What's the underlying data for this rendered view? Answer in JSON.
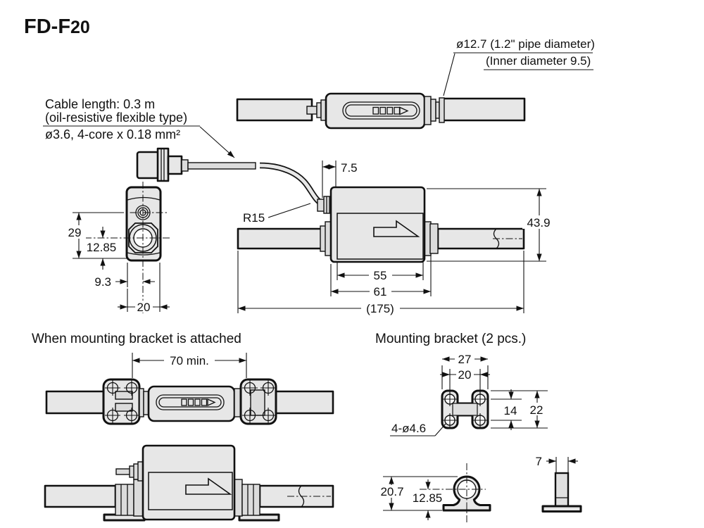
{
  "title": {
    "prefix": "FD-F",
    "suffix": "20"
  },
  "top_view": {
    "pipe_label_line1": "ø12.7 (1.2\" pipe diameter)",
    "pipe_label_line2": "(Inner diameter 9.5)"
  },
  "cable_note": {
    "line1": "Cable length: 0.3 m",
    "line2": "(oil-resistive flexible type)",
    "line3": "ø3.6, 4-core x 0.18 mm²"
  },
  "main_view": {
    "dim_connector_offset": "7.5",
    "dim_cable_radius": "R15",
    "dim_height": "43.9",
    "dim_body_width": "55",
    "dim_body_width_outer": "61",
    "dim_overall_length": "(175)"
  },
  "end_view": {
    "dim_height": "29",
    "dim_port_center": "12.85",
    "dim_center_offset": "9.3",
    "dim_width": "20"
  },
  "bracket_attached_view": {
    "heading": "When mounting bracket is attached",
    "dim_clearance": "70 min."
  },
  "mounting_bracket_view": {
    "heading": "Mounting bracket (2 pcs.)",
    "dim_outer_width": "27",
    "dim_hole_pitch_h": "20",
    "dim_hole_pitch_v": "14",
    "dim_outer_height": "22",
    "dim_holes": "4-ø4.6",
    "dim_clip_height": "20.7",
    "dim_clip_center": "12.85",
    "dim_clip_width": "7"
  }
}
